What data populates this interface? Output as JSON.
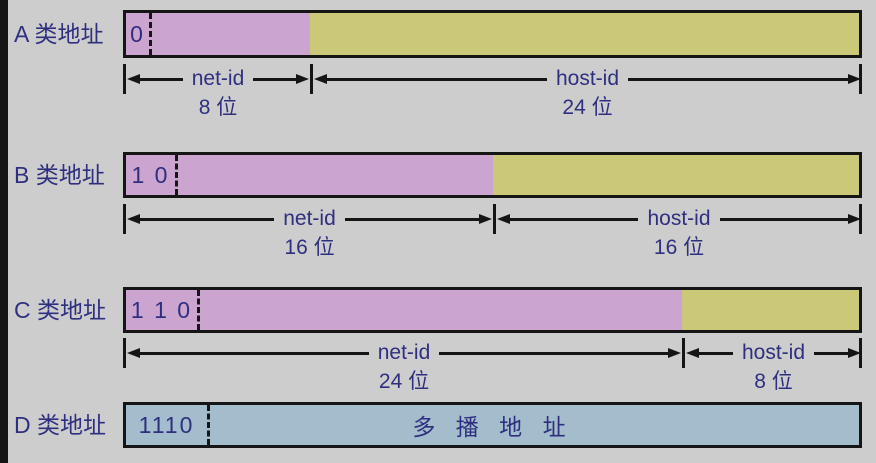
{
  "colors": {
    "background": "#cdcdcd",
    "edge": "#151515",
    "line": "#151515",
    "text": "#2f2f80",
    "net_fill": "#cba4d0",
    "host_fill": "#cbc878",
    "multicast_fill": "#a3bdcc"
  },
  "rows": [
    {
      "label": "A 类地址",
      "prefix": "0",
      "net": {
        "label": "net-id",
        "bits": "8 位"
      },
      "host": {
        "label": "host-id",
        "bits": "24 位"
      }
    },
    {
      "label": "B 类地址",
      "prefix": "1 0",
      "net": {
        "label": "net-id",
        "bits": "16 位"
      },
      "host": {
        "label": "host-id",
        "bits": "16 位"
      }
    },
    {
      "label": "C 类地址",
      "prefix": "1 1 0",
      "net": {
        "label": "net-id",
        "bits": "24 位"
      },
      "host": {
        "label": "host-id",
        "bits": "8 位"
      }
    },
    {
      "label": "D 类地址",
      "prefix": "1110",
      "body": "多 播 地 址"
    }
  ]
}
